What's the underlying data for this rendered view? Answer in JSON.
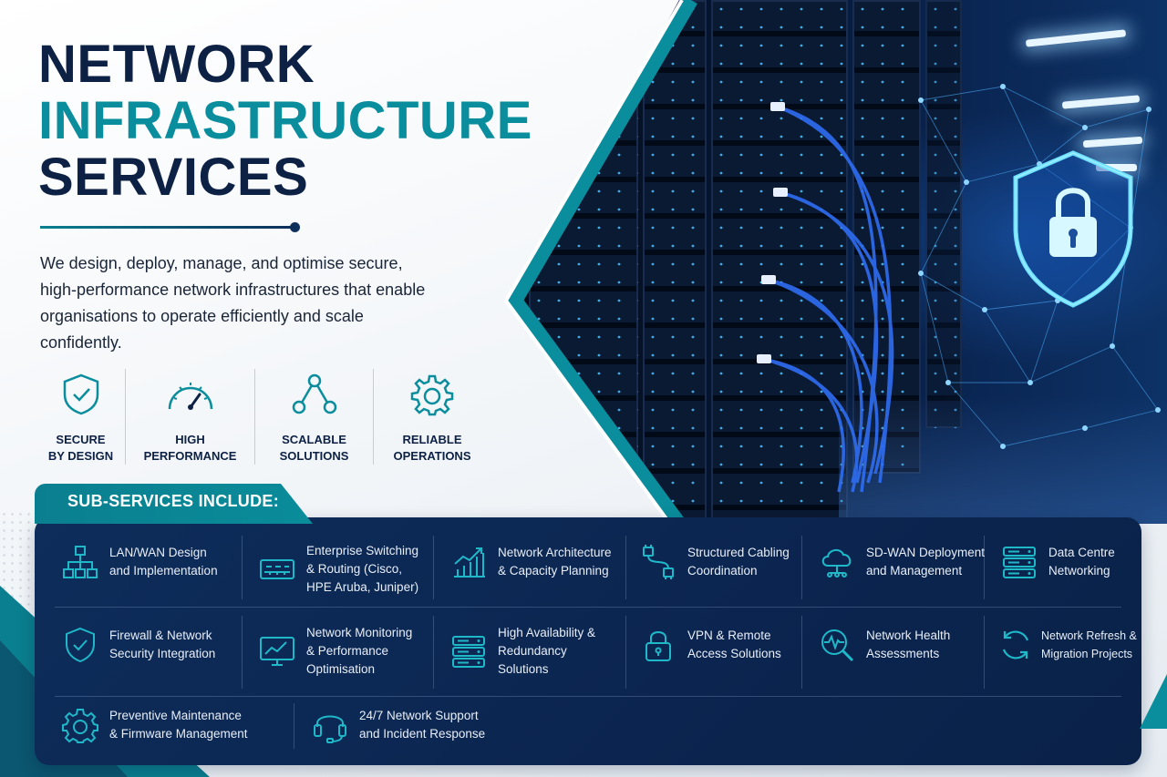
{
  "title": {
    "line1": "NETWORK",
    "line2": "INFRASTRUCTURE",
    "line3": "SERVICES"
  },
  "intro": "We design, deploy, manage, and optimise secure, high-performance network infrastructures that enable organisations to operate efficiently and scale confidently.",
  "features": [
    {
      "icon": "shield-check-icon",
      "line1": "SECURE",
      "line2": "BY DESIGN"
    },
    {
      "icon": "gauge-icon",
      "line1": "HIGH",
      "line2": "PERFORMANCE"
    },
    {
      "icon": "network-nodes-icon",
      "line1": "SCALABLE",
      "line2": "SOLUTIONS"
    },
    {
      "icon": "gear-icon",
      "line1": "RELIABLE",
      "line2": "OPERATIONS"
    }
  ],
  "sub_services": {
    "heading": "SUB-SERVICES INCLUDE:",
    "items": [
      {
        "icon": "hierarchy-icon",
        "line1": "LAN/WAN Design",
        "line2": "and Implementation",
        "line3": ""
      },
      {
        "icon": "switch-icon",
        "line1": "Enterprise Switching",
        "line2": "& Routing (Cisco,",
        "line3": "HPE Aruba, Juniper)"
      },
      {
        "icon": "bar-chart-growth-icon",
        "line1": "Network Architecture",
        "line2": "& Capacity Planning",
        "line3": ""
      },
      {
        "icon": "cable-icon",
        "line1": "Structured Cabling",
        "line2": "Coordination",
        "line3": ""
      },
      {
        "icon": "cloud-network-icon",
        "line1": "SD-WAN Deployment",
        "line2": "and Management",
        "line3": ""
      },
      {
        "icon": "server-stack-icon",
        "line1": "Data Centre",
        "line2": "Networking",
        "line3": ""
      },
      {
        "icon": "shield-check-icon",
        "line1": "Firewall & Network",
        "line2": "Security Integration",
        "line3": ""
      },
      {
        "icon": "monitor-chart-icon",
        "line1": "Network Monitoring",
        "line2": "& Performance",
        "line3": "Optimisation"
      },
      {
        "icon": "server-stack-icon",
        "line1": "High Availability &",
        "line2": "Redundancy",
        "line3": "Solutions"
      },
      {
        "icon": "lock-icon",
        "line1": "VPN & Remote",
        "line2": "Access Solutions",
        "line3": ""
      },
      {
        "icon": "magnifier-pulse-icon",
        "line1": "Network Health",
        "line2": "Assessments",
        "line3": ""
      },
      {
        "icon": "refresh-icon",
        "line1": "Network Refresh &",
        "line2": "Migration Projects",
        "line3": ""
      },
      {
        "icon": "gear-icon",
        "line1": "Preventive Maintenance",
        "line2": "& Firmware Management",
        "line3": ""
      },
      {
        "icon": "headset-icon",
        "line1": "24/7 Network Support",
        "line2": "and Incident Response",
        "line3": ""
      }
    ]
  },
  "colors": {
    "navy": "#0d2145",
    "teal": "#0a8d9c",
    "panel": "#0e2d5a",
    "icon_teal": "#1fb8c9"
  }
}
